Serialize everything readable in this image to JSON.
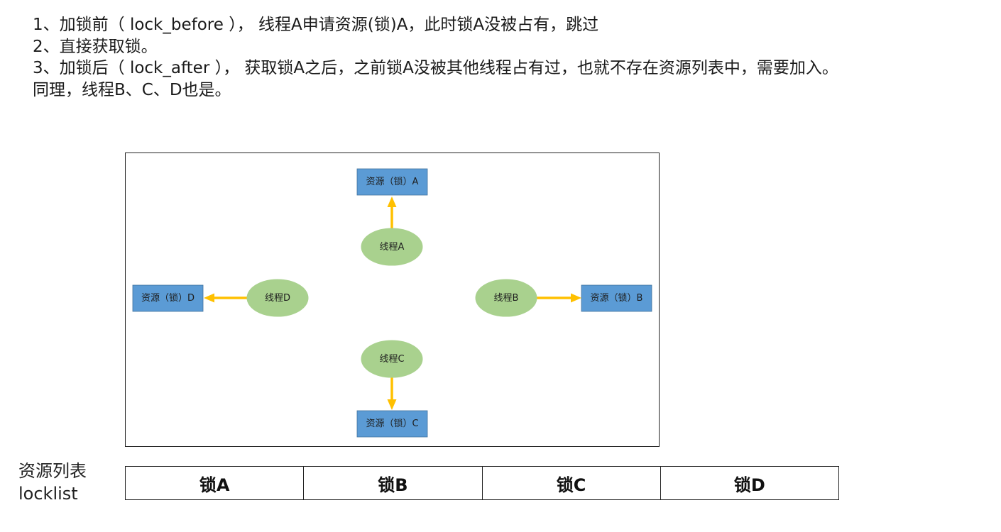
{
  "intro": {
    "line1": "1、加锁前（ lock_before ）， 线程A申请资源(锁)A，此时锁A没被占有，跳过",
    "line2": "2、直接获取锁。",
    "line3": "3、加锁后（ lock_after ）， 获取锁A之后，之前锁A没被其他线程占有过，也就不存在资源列表中，需要加入。",
    "line4": "同理，线程B、C、D也是。"
  },
  "diagram": {
    "resources": {
      "a": "资源（锁）A",
      "b": "资源（锁）B",
      "c": "资源（锁）C",
      "d": "资源（锁）D"
    },
    "threads": {
      "a": "线程A",
      "b": "线程B",
      "c": "线程C",
      "d": "线程D"
    },
    "colors": {
      "resource_fill": "#5b9bd5",
      "thread_fill": "#a9d18e",
      "arrow": "#ffc000"
    }
  },
  "locklist": {
    "label_line1": "资源列表",
    "label_line2": "locklist",
    "cells": [
      "锁A",
      "锁B",
      "锁C",
      "锁D"
    ]
  }
}
